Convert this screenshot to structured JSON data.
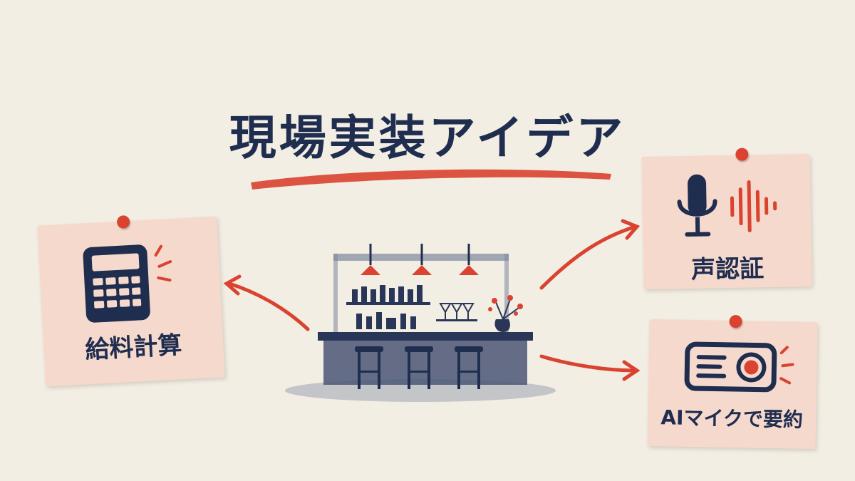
{
  "title": "現場実装アイデア",
  "notes": {
    "payroll": {
      "label": "給料計算",
      "icon": "calculator-icon"
    },
    "voice": {
      "label": "声認証",
      "icon": "microphone-icon"
    },
    "ai_mic": {
      "label": "AIマイクで要約",
      "icon": "recorder-icon"
    }
  },
  "center": {
    "icon": "bar-counter-illustration"
  },
  "colors": {
    "navy": "#1f2d4f",
    "accent": "#d9432f",
    "note": "#f6d9cd",
    "paper": "#f3eee4"
  }
}
